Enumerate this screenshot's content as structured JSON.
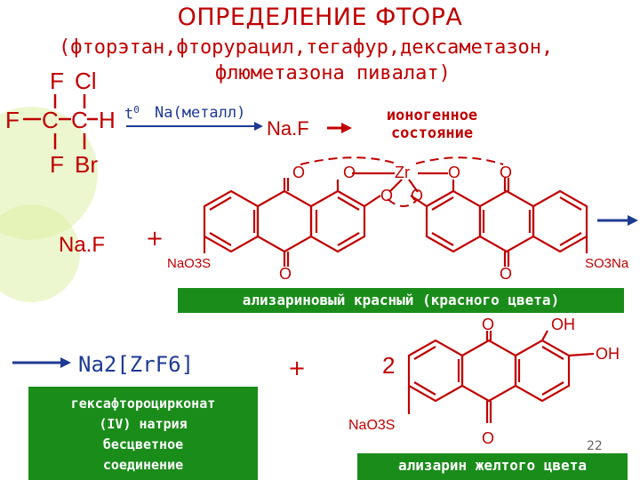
{
  "slide": {
    "title": "ОПРЕДЕЛЕНИЕ ФТОРА",
    "subtitle_line1": "(фторэтан,фторурацил,тегафур,дексаметазон,",
    "subtitle_line2": "флюметазона пивалат)",
    "page_number": "22"
  },
  "halothane": {
    "atom_f_top": "F",
    "atom_cl": "Cl",
    "atom_f_left": "F",
    "atom_c1": "C",
    "atom_c2": "C",
    "atom_h": "H",
    "atom_f_bottom": "F",
    "atom_br": "Br"
  },
  "reaction1": {
    "condition_t": "t",
    "condition_deg": "0",
    "condition_na": "Na(металл)",
    "product": "Na.F",
    "ionogenic_line1": "ионогенное",
    "ionogenic_line2": "состояние"
  },
  "reaction2": {
    "reactant_naf": "Na.F",
    "plus": "+",
    "complex_atoms": {
      "o": "O",
      "zr": "Zr",
      "nao3s_left": "NaO3S",
      "so3na_right": "SO3Na"
    },
    "complex_label": "ализариновый красный (красного цвета)"
  },
  "reaction3": {
    "product1": "Na2[ZrF6]",
    "plus": "+",
    "coefficient": "2",
    "product1_label_lines": [
      "гексафтороцирконат",
      "(IV) натрия",
      "бесцветное",
      "соединение"
    ],
    "alizarin_atoms": {
      "o": "O",
      "oh": "OH",
      "nao3s": "NaO3S"
    },
    "alizarin_label": "ализарин желтого цвета"
  },
  "colors": {
    "text_red": "#c00000",
    "arrow_blue": "#1f3a93",
    "label_green": "#1a8c1a",
    "bg_circle": "#dff0a8"
  }
}
